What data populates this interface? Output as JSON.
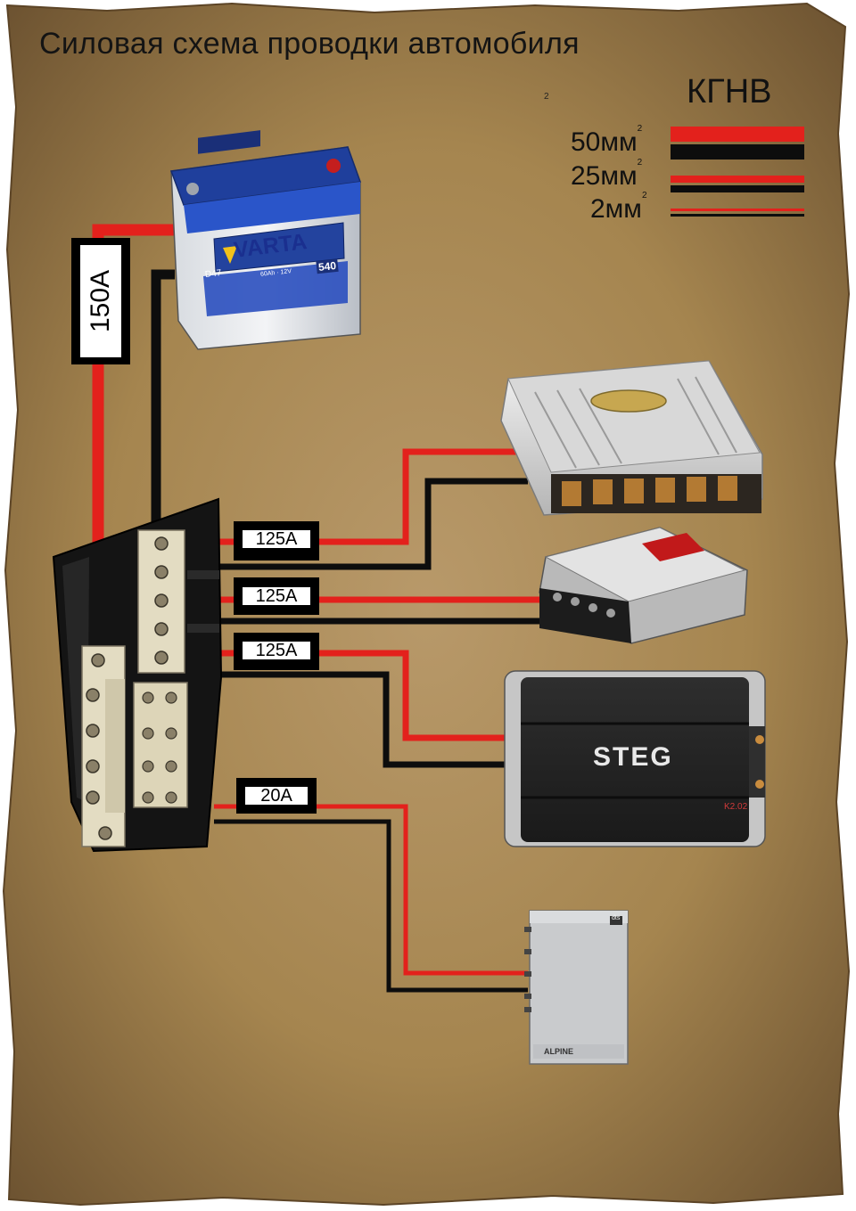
{
  "title": "Силовая схема проводки автомобиля",
  "stray_superscript": "2",
  "legend": {
    "wire_type": "КГНВ",
    "sizes": [
      {
        "label": "50мм",
        "sup": "2"
      },
      {
        "label": "25мм",
        "sup": "2"
      },
      {
        "label": "2мм",
        "sup": "2"
      }
    ]
  },
  "main_fuse": {
    "label": "150A"
  },
  "fuses": [
    {
      "label": "125A"
    },
    {
      "label": "125A"
    },
    {
      "label": "125A"
    },
    {
      "label": "20A"
    }
  ],
  "battery": {
    "brand": "VARTA",
    "model": "D47",
    "capacity": "540",
    "spec": "60Ah · 12V"
  },
  "amplifier_3": {
    "brand": "STEG",
    "model": "K2.02"
  },
  "processor": {
    "brand": "ALPINE",
    "badge": "dts"
  },
  "colors": {
    "positive_wire": "#e3211c",
    "ground_wire": "#0d0d0d",
    "parchment": "#a98a58"
  }
}
